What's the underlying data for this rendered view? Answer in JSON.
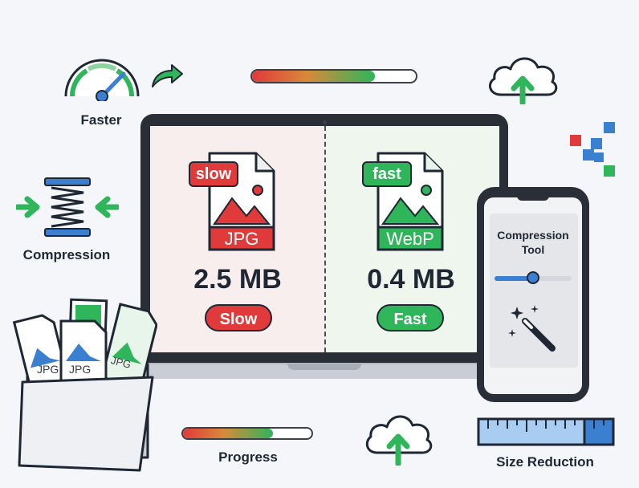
{
  "labels": {
    "faster": "Faster",
    "compression": "Compression",
    "progress": "Progress",
    "size_reduction": "Size Reduction"
  },
  "comparison": {
    "left": {
      "tag": "slow",
      "file_type": "JPG",
      "size": "2.5 MB",
      "speed": "Slow",
      "color": "#e03a3a"
    },
    "right": {
      "tag": "fast",
      "file_type": "WebP",
      "size": "0.4 MB",
      "speed": "Fast",
      "color": "#2fb55a"
    }
  },
  "phone": {
    "title": "Compression Tool",
    "slider_value": 0.5
  },
  "folder_files": [
    "JPG",
    "JPG",
    "JPG"
  ],
  "progress_top": {
    "fraction": 0.75
  },
  "progress_bottom": {
    "fraction": 0.7
  },
  "icons": {
    "speedometer": "speedometer-icon",
    "arrow": "arrow-right-icon",
    "cloud_upload": "cloud-upload-icon",
    "spring": "compress-spring-icon",
    "folder": "folder-icon",
    "magic_wand": "magic-wand-icon",
    "ruler": "ruler-icon",
    "pixels": "pixels-icon"
  },
  "colors": {
    "red": "#e03a3a",
    "green": "#2fb55a",
    "blue": "#3b7fd1",
    "dark": "#1e2733"
  }
}
